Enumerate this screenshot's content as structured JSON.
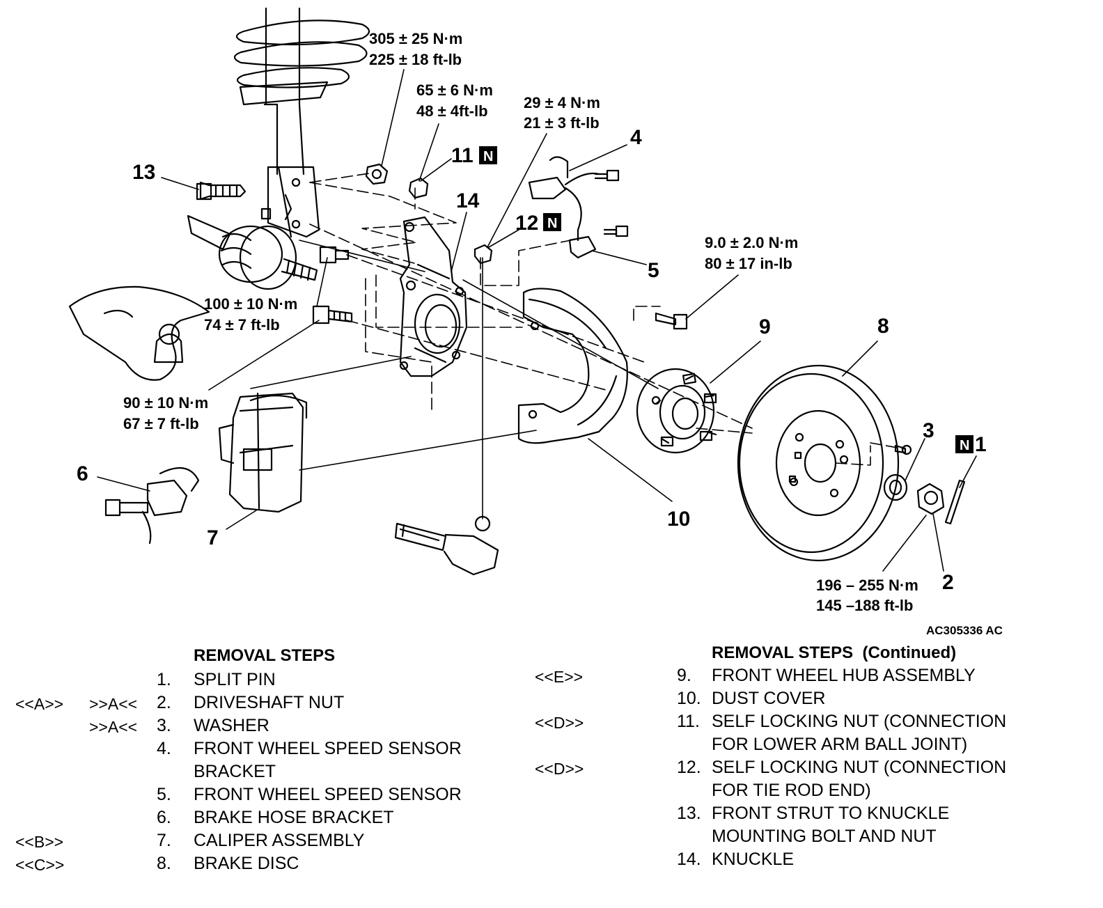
{
  "figure_id": "AC305336 AC",
  "callouts": {
    "c1": "1",
    "c2": "2",
    "c3": "3",
    "c4": "4",
    "c5": "5",
    "c6": "6",
    "c7": "7",
    "c8": "8",
    "c9": "9",
    "c10": "10",
    "c11": "11",
    "c12": "12",
    "c13": "13",
    "c14": "14",
    "n_mark": "N"
  },
  "torques": {
    "strut_nut": [
      "305 ± 25 N·m",
      "225 ± 18 ft-lb"
    ],
    "lower_arm_nut": [
      "65 ± 6 N·m",
      "48 ± 4ft-lb"
    ],
    "tie_rod_nut": [
      "29 ± 4 N·m",
      "21 ± 3 ft-lb"
    ],
    "dust_cover_bolt": [
      "9.0 ± 2.0 N·m",
      "80 ± 17 in-lb"
    ],
    "hub_bolt_upper": [
      "100 ± 10 N·m",
      "74 ± 7 ft-lb"
    ],
    "caliper_bolt": [
      "90 ± 10 N·m",
      "67 ± 7 ft-lb"
    ],
    "driveshaft_nut": [
      "196 – 255 N·m",
      "145 –188 ft-lb"
    ]
  },
  "removal_steps": {
    "title": "REMOVAL STEPS",
    "title_continued": "REMOVAL STEPS  (Continued)",
    "left": [
      {
        "num": "1.",
        "text": "SPLIT PIN",
        "ref_rem": "",
        "ref_inst": ""
      },
      {
        "num": "2.",
        "text": "DRIVESHAFT NUT",
        "ref_rem": "<<A>>",
        "ref_inst": ">>A<<"
      },
      {
        "num": "3.",
        "text": "WASHER",
        "ref_rem": "",
        "ref_inst": ">>A<<"
      },
      {
        "num": "4.",
        "text": "FRONT WHEEL SPEED SENSOR",
        "text2": "BRACKET",
        "ref_rem": "",
        "ref_inst": ""
      },
      {
        "num": "5.",
        "text": "FRONT WHEEL SPEED SENSOR",
        "ref_rem": "",
        "ref_inst": ""
      },
      {
        "num": "6.",
        "text": "BRAKE HOSE BRACKET",
        "ref_rem": "",
        "ref_inst": ""
      },
      {
        "num": "7.",
        "text": "CALIPER ASSEMBLY",
        "ref_rem": "<<B>>",
        "ref_inst": ""
      },
      {
        "num": "8.",
        "text": "BRAKE DISC",
        "ref_rem": "<<C>>",
        "ref_inst": ""
      }
    ],
    "right": [
      {
        "num": "9.",
        "text": "FRONT WHEEL HUB ASSEMBLY",
        "ref_rem": "<<E>>"
      },
      {
        "num": "10.",
        "text": "DUST COVER",
        "ref_rem": ""
      },
      {
        "num": "11.",
        "text": "SELF LOCKING NUT (CONNECTION",
        "text2": "FOR LOWER ARM BALL JOINT)",
        "ref_rem": "<<D>>"
      },
      {
        "num": "12.",
        "text": "SELF LOCKING NUT (CONNECTION",
        "text2": "FOR TIE ROD END)",
        "ref_rem": "<<D>>"
      },
      {
        "num": "13.",
        "text": "FRONT STRUT TO KNUCKLE",
        "text2": "MOUNTING BOLT AND NUT",
        "ref_rem": ""
      },
      {
        "num": "14.",
        "text": "KNUCKLE",
        "ref_rem": ""
      }
    ]
  }
}
